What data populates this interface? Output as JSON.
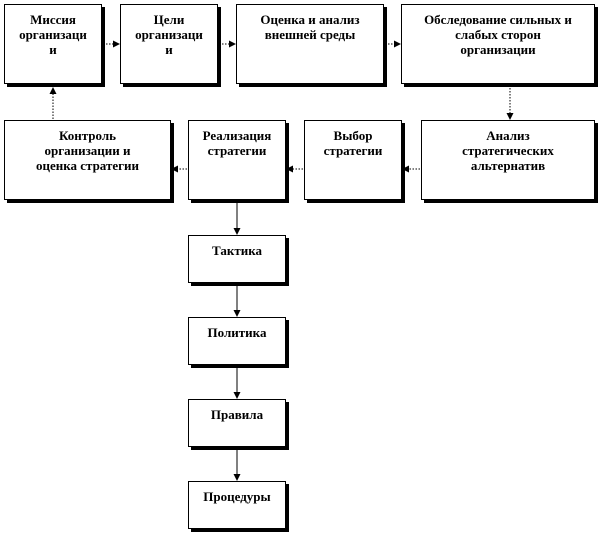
{
  "boxes": {
    "mission": "Миссия\nорганизаци\nи",
    "goals": "Цели\nорганизаци\nи",
    "external": "Оценка и анализ\nвнешней среды",
    "swot": "Обследование сильных и\nслабых сторон\nорганизации",
    "control": "Контроль\nорганизации и\nоценка стратегии",
    "implement": "Реализация\nстратегии",
    "choice": "Выбор\nстратегии",
    "alts": "Анализ\nстратегических\nальтернатив",
    "tactics": "Тактика",
    "policy": "Политика",
    "rules": "Правила",
    "procs": "Процедуры"
  },
  "colors": {
    "line": "#000000",
    "box_fill": "#ffffff",
    "background": "#ffffff"
  },
  "line_styles": {
    "cycle_arrows": "dotted",
    "downward_arrows": "solid"
  }
}
